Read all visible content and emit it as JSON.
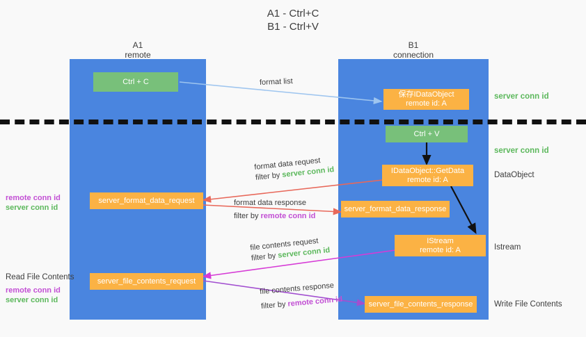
{
  "title": {
    "line1": "A1 - Ctrl+C",
    "line2": "B1 - Ctrl+V"
  },
  "colors": {
    "lane": "#4a85df",
    "green_box": "#78c07a",
    "orange_box": "#fbb244",
    "server_conn_id": "#5cb85c",
    "remote_conn_id": "#c24fd4",
    "divider": "#111111",
    "arrow_format_list": "#9ec5ef",
    "arrow_format_data": "#e8685a",
    "arrow_file_contents": "#d63bd6",
    "arrow_internal": "#000000",
    "background": "#f9f9f9"
  },
  "columns": [
    {
      "name": "A1",
      "sub": "remote"
    },
    {
      "name": "B1",
      "sub": "connection"
    }
  ],
  "boxes": {
    "ctrl_c": "Ctrl + C",
    "ctrl_v": "Ctrl + V",
    "save_idataobject_l1": "保存IDataObject",
    "save_idataobject_l2": "remote id: A",
    "getdata_l1": "IDataObject::GetData",
    "getdata_l2": "remote id: A",
    "istream_l1": "IStream",
    "istream_l2": "remote id: A",
    "server_format_data_request": "server_format_data_request",
    "server_format_data_response": "server_format_data_response",
    "server_file_contents_request": "server_file_contents_request",
    "server_file_contents_response": "server_file_contents_response"
  },
  "right_labels": {
    "server_conn_id_top": "server conn id",
    "server_conn_id_mid": "server conn id",
    "dataobject": "DataObject",
    "istream": "Istream",
    "write_file_contents": "Write File Contents"
  },
  "left_labels": {
    "remote_conn_id_1": "remote conn id",
    "server_conn_id_1": "server conn id",
    "read_file_contents": "Read File Contents",
    "remote_conn_id_2": "remote conn id",
    "server_conn_id_2": "server conn id"
  },
  "edges": {
    "format_list": "format list",
    "format_data_request": "format data request",
    "format_data_request_filter_prefix": "filter by ",
    "format_data_request_filter_value": "server conn id",
    "format_data_response": "format data response",
    "format_data_response_filter_prefix": "filter by ",
    "format_data_response_filter_value": "remote conn id",
    "file_contents_request": "file contents request",
    "file_contents_request_filter_prefix": "filter by ",
    "file_contents_request_filter_value": "server conn id",
    "file_contents_response": "file contents response",
    "file_contents_response_filter_prefix": "filter by ",
    "file_contents_response_filter_value": "remote conn id"
  }
}
